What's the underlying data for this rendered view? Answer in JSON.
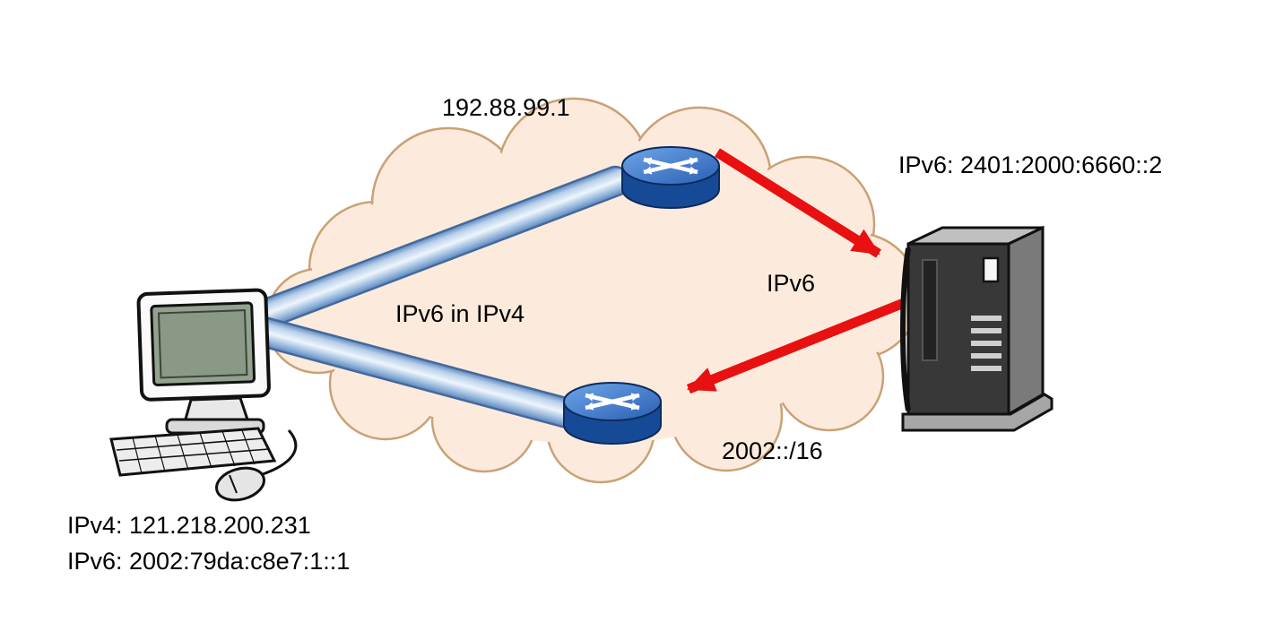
{
  "labels": {
    "relay_anycast_ip": "192.88.99.1",
    "server_ipv6": "IPv6: 2401:2000:6660::2",
    "ipv6_link": "IPv6",
    "tunnel_label": "IPv6 in IPv4",
    "prefix_6to4": "2002::/16",
    "host_ipv4": "IPv4: 121.218.200.231",
    "host_ipv6": "IPv6: 2002:79da:c8e7:1::1"
  },
  "colors": {
    "cloud_fill": "#fcebdc",
    "cloud_stroke": "#c9a176",
    "tunnel_blue": "#9dbfe4",
    "arrow_red": "#e81010",
    "router_blue": "#174a96",
    "server_gray": "#383838"
  }
}
